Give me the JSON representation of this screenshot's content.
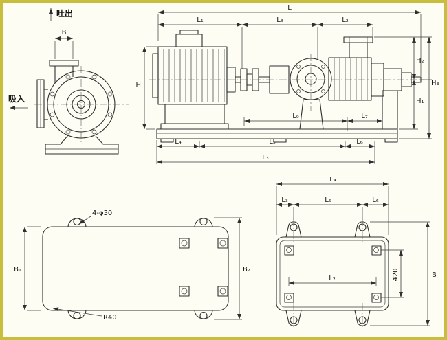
{
  "colors": {
    "frame": "#c8be3d",
    "paper": "#fdfdf4",
    "ink": "#2f2f2f"
  },
  "front_view": {
    "discharge_label": "吐出",
    "suction_label": "吸入",
    "dim_B": "B"
  },
  "side_view": {
    "dim_L": "L",
    "dim_L1": "L₁",
    "dim_L8": "L₈",
    "dim_L2": "L₂",
    "dim_H": "H",
    "dim_H1": "H₁",
    "dim_H2": "H₂",
    "dim_H3": "H₃",
    "dim_L9": "L₉",
    "dim_L7": "L₇",
    "dim_L4": "L₄",
    "dim_L5": "L₅",
    "dim_L6": "L₆",
    "dim_L3": "L₃"
  },
  "baseplate_plan": {
    "note_holes": "4-φ30",
    "note_radius": "R40",
    "dim_B1": "B₁",
    "dim_B2": "B₂"
  },
  "foundation_plan": {
    "dim_L4": "L₄",
    "dim_L3": "L₃",
    "dim_L5": "L₅",
    "dim_L6": "L₆",
    "dim_L2": "L₂",
    "dim_420": "420",
    "dim_B": "B"
  }
}
